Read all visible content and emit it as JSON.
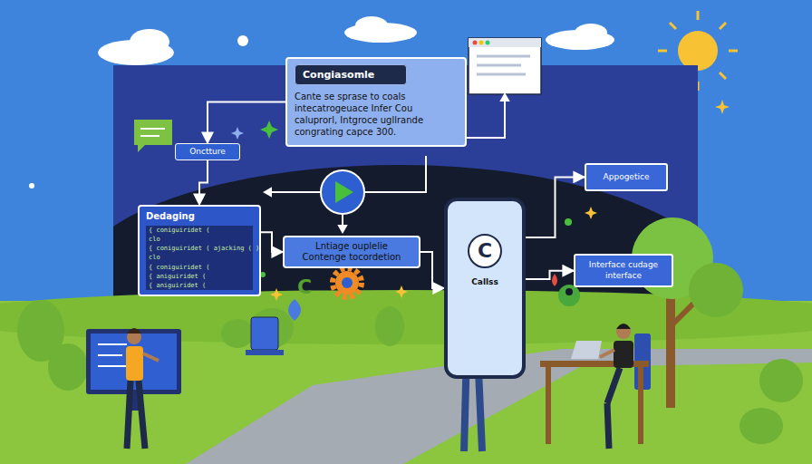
{
  "diagram": {
    "nodes": [
      {
        "text": [
          "Cante se sprase to coals intecatrogeuace Infer Cou caluprorl, Intgroce ugllrande congrating capce 300."
        ]
      },
      {
        "text": [
          "Congiasomle"
        ],
        "in": 0
      },
      {
        "text": [
          "Onctture"
        ]
      },
      {
        "text": [
          "Dedaging",
          "{ coniguiridet (",
          "clo",
          "{ coniguiridet ( ajacking ( )",
          "clo",
          "{ coniguiridet (",
          "{ aniguiridet (",
          "{ aniguiridet ("
        ]
      },
      {
        "text": [
          "Lntiage ouplelie",
          "Contenge tocordetion"
        ]
      },
      {
        "text": [
          "Appogetice"
        ]
      },
      {
        "text": [
          "Interface cudage interface"
        ]
      },
      {
        "text": [
          "C",
          "Callss"
        ]
      }
    ],
    "edges": [
      {
        "from": 0,
        "to": 2,
        "arrow": "to"
      },
      {
        "from": 2,
        "to": 3,
        "arrow": "to"
      },
      {
        "from": 3,
        "to": 4,
        "arrow": "to"
      },
      {
        "from": 4,
        "to": 7,
        "arrow": "to"
      },
      {
        "from": 7,
        "to": 5,
        "arrow": "to"
      },
      {
        "from": 7,
        "to": 6,
        "arrow": "to"
      }
    ],
    "labels": [
      "C"
    ]
  }
}
